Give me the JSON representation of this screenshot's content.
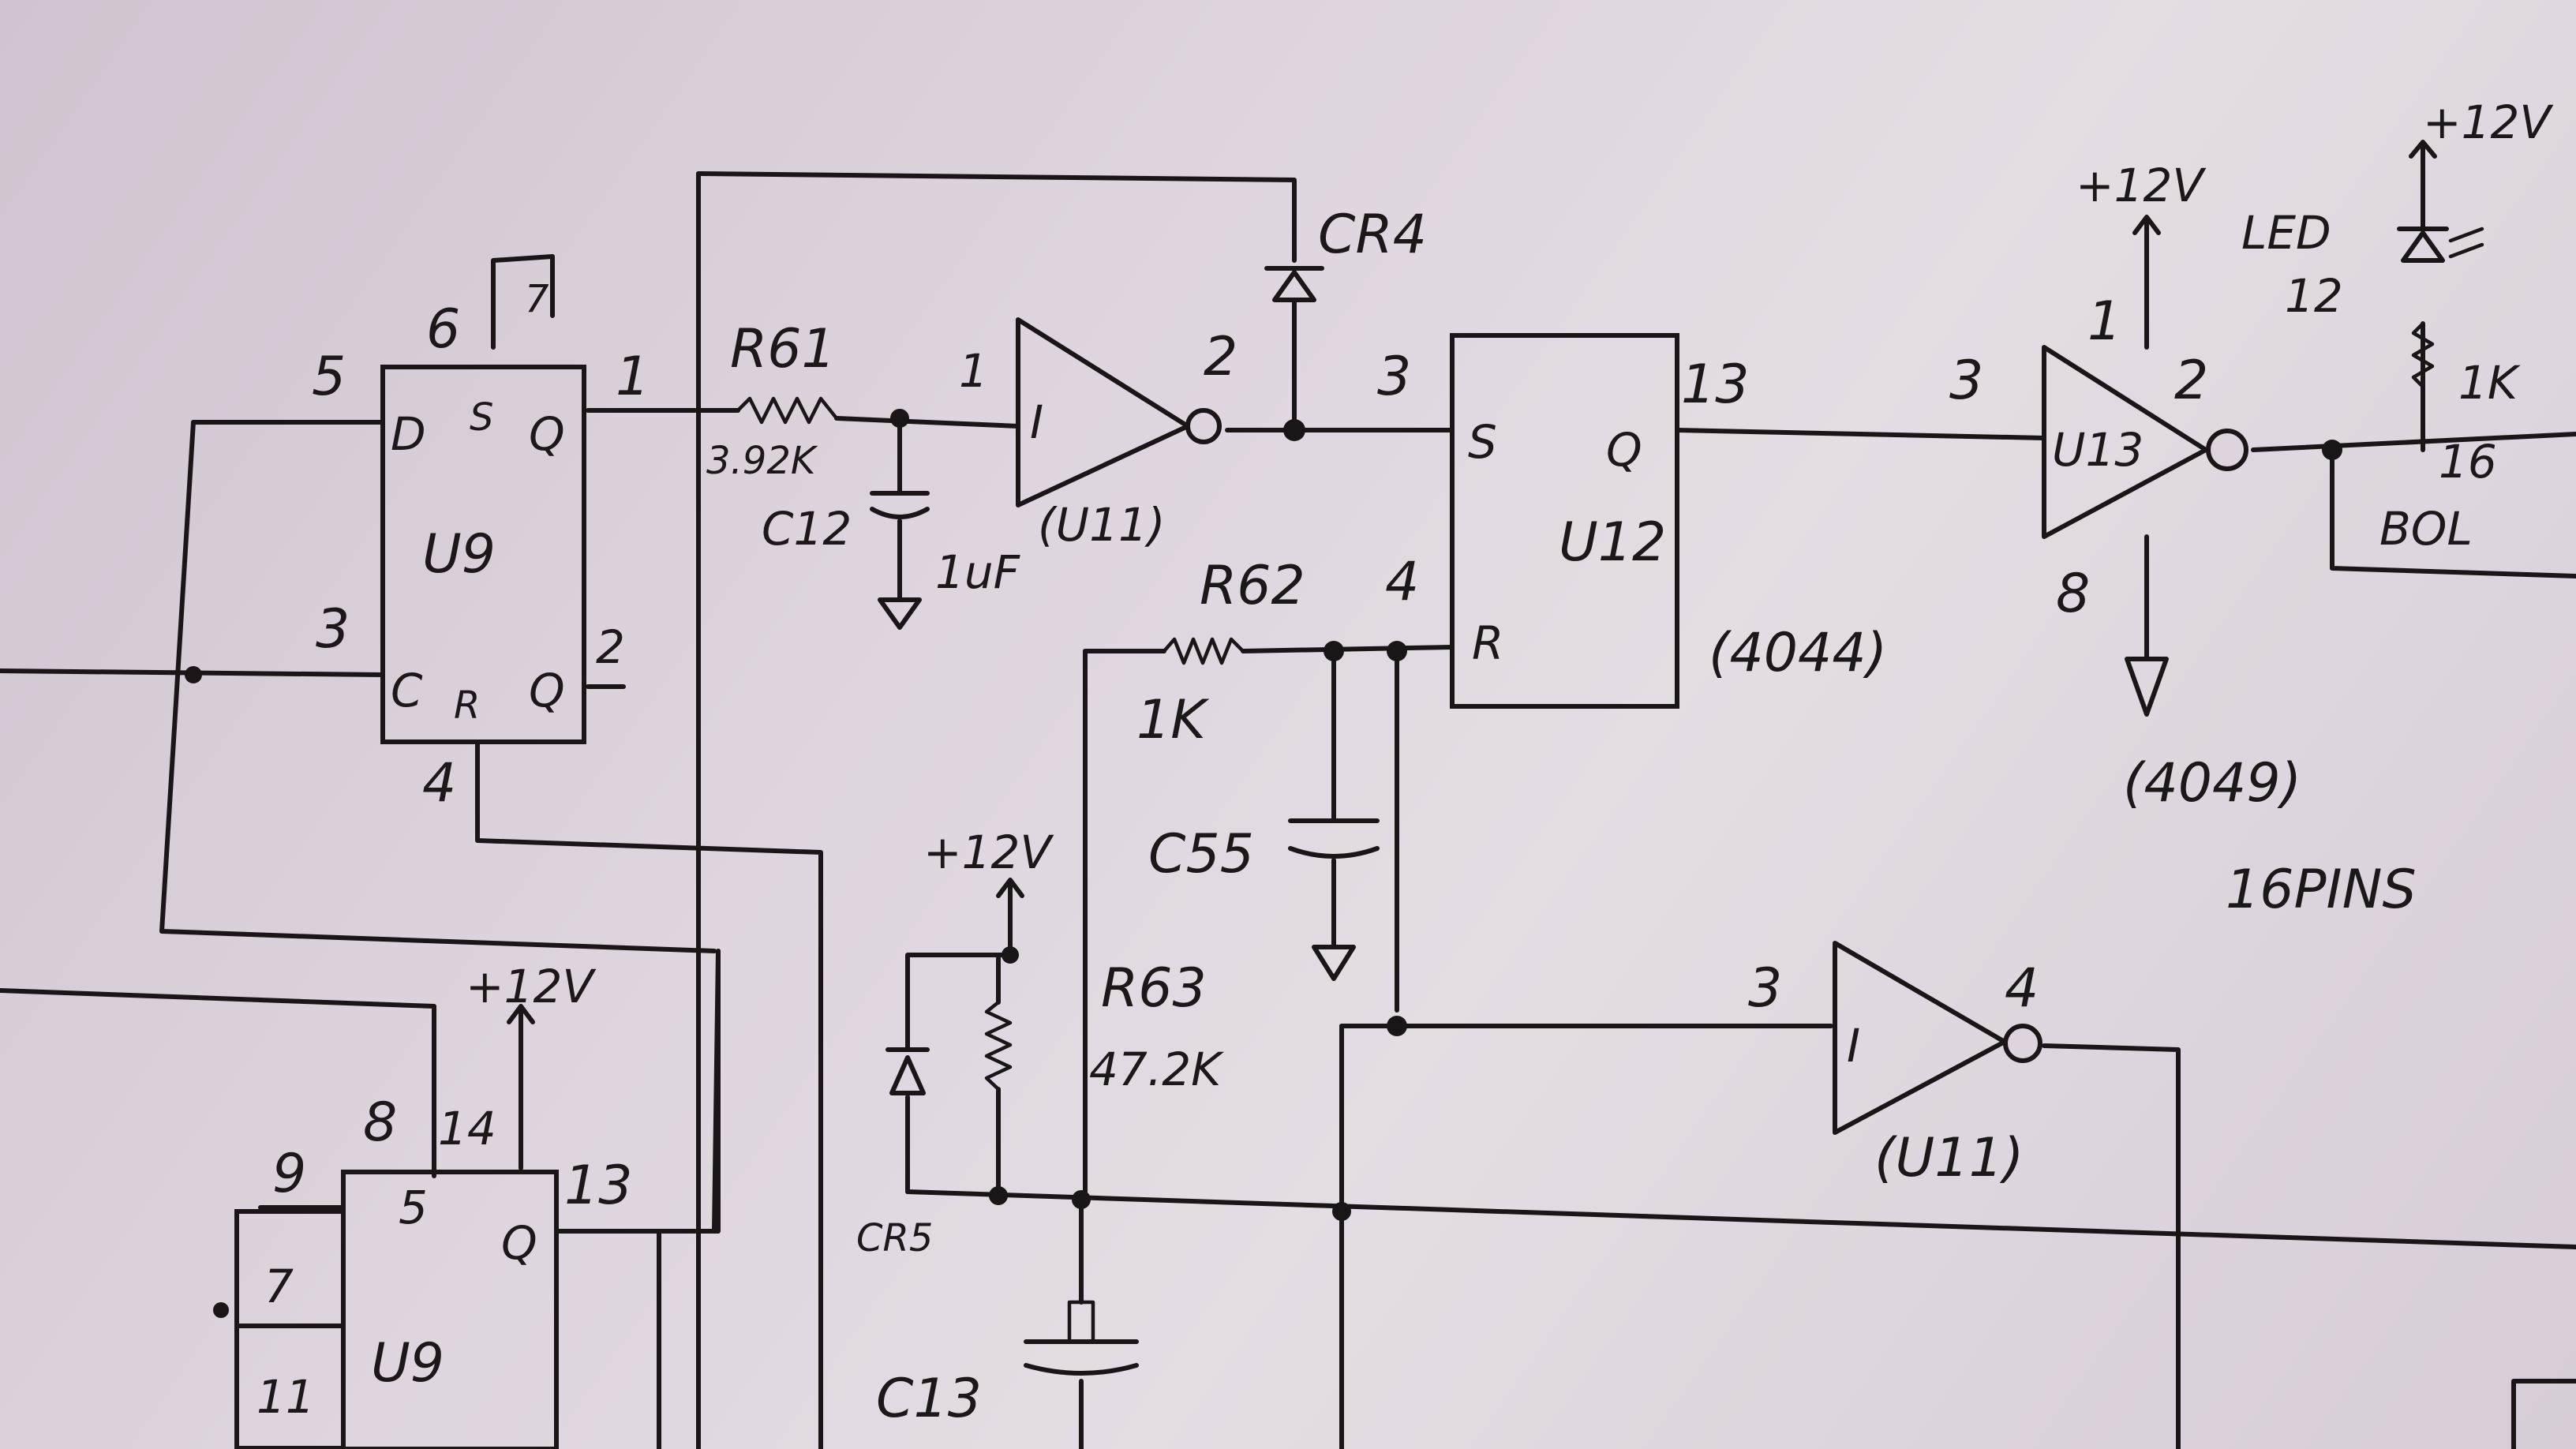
{
  "components": {
    "u9_top": {
      "name": "U9",
      "pin_d": "5",
      "pin_s": "6",
      "pin_q": "1",
      "pin_c": "3",
      "pin_qbar": "2",
      "pin_r": "4",
      "tie_pin": "7",
      "inner_d": "D",
      "inner_s": "S",
      "inner_q": "Q",
      "inner_c": "C",
      "inner_r": "R",
      "inner_qbar": "Q"
    },
    "u9_bottom": {
      "name": "U9",
      "pin_a": "8",
      "pin_b": "14",
      "pin_q": "13",
      "pin_5": "5",
      "pin_9": "9",
      "pin_7": "7",
      "pin_11": "11",
      "inner_q": "Q"
    },
    "r61": {
      "name": "R61",
      "value": "3.92K"
    },
    "c12": {
      "name": "C12",
      "value": "1uF"
    },
    "cr4": {
      "name": "CR4"
    },
    "u11_top": {
      "name": "(U11)",
      "pin_in": "1",
      "pin_out": "2",
      "symbol": "I"
    },
    "u12": {
      "name": "U12",
      "part": "(4044)",
      "pin_s": "3",
      "pin_q": "13",
      "pin_r": "4",
      "inner_s": "S",
      "inner_q": "Q",
      "inner_r": "R"
    },
    "r62": {
      "name": "R62",
      "value": "1K"
    },
    "c55": {
      "name": "C55"
    },
    "r63": {
      "name": "R63",
      "value": "47.2K"
    },
    "c13": {
      "name": "C13"
    },
    "cr5": {
      "name": "CR5"
    },
    "u11_bottom": {
      "name": "(U11)",
      "pin_in": "3",
      "pin_out": "4",
      "symbol": "I"
    },
    "u13": {
      "name": "U13",
      "part": "(4049)",
      "pins_note": "16PINS",
      "pin_in": "3",
      "pin_vdd": "1",
      "pin_out": "2",
      "pin_gnd": "8"
    },
    "led": {
      "name": "LED",
      "ref": "12",
      "r_value": "1K",
      "pin_label": "16",
      "conn_label": "BOL"
    }
  },
  "power": {
    "plus12v": "+12V"
  }
}
